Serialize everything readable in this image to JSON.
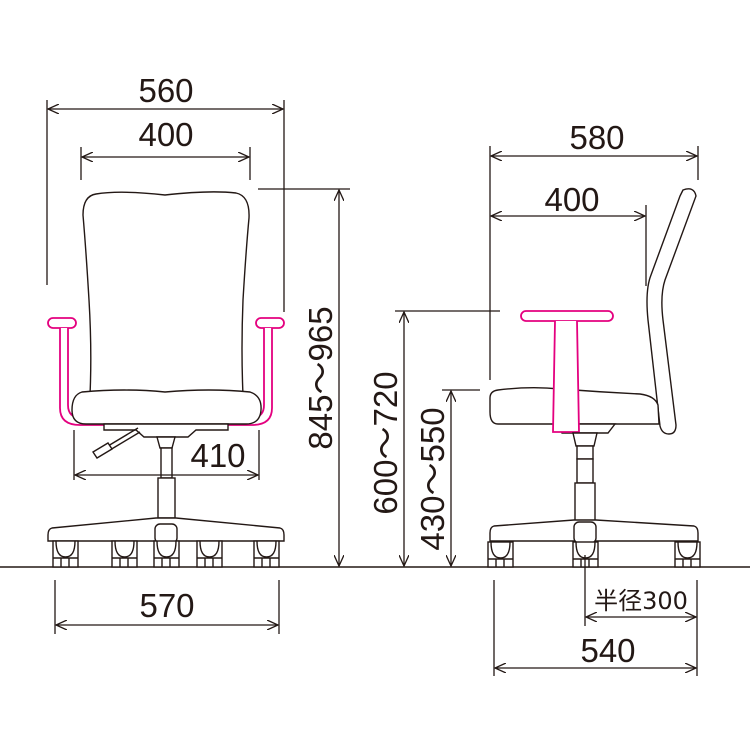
{
  "colors": {
    "line": "#231815",
    "armrest_accent": "#e4007f",
    "background": "#ffffff"
  },
  "units": "mm",
  "front_view": {
    "overall_width": "560",
    "backrest_width": "400",
    "seat_width_between_arms": "410",
    "base_width": "570",
    "overall_height": "845～965"
  },
  "side_view": {
    "overall_depth": "580",
    "seat_depth": "400",
    "armrest_height": "600～720",
    "seat_height": "430～550",
    "base_radius": "半径300",
    "base_depth": "540"
  }
}
